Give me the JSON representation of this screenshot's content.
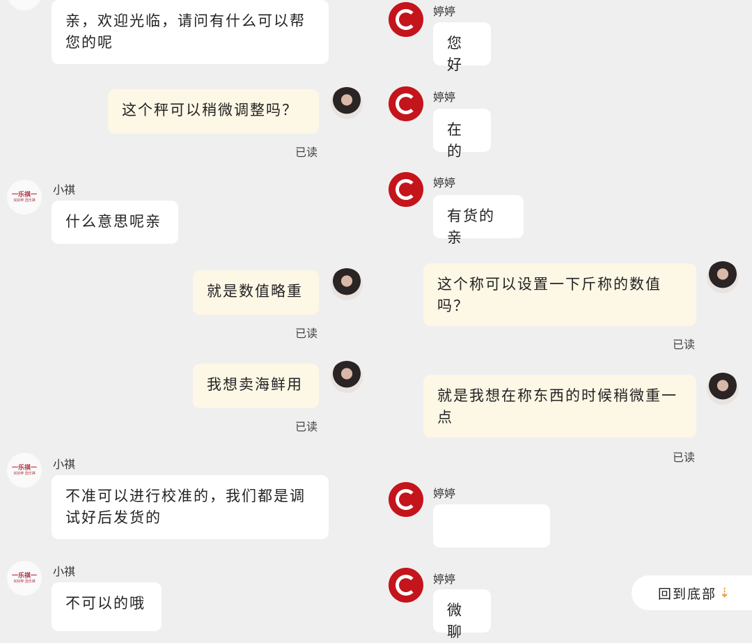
{
  "shop_logo_text": [
    "一乐祺一",
    "买好秤 选乐祺"
  ],
  "left": {
    "messages": [
      {
        "sender": "shop",
        "text": "亲，欢迎光临，请问有什么可以帮您的呢"
      },
      {
        "sender": "user",
        "text": "这个秤可以稍微调整吗？",
        "status": "已读"
      },
      {
        "sender": "shop",
        "name": "小祺",
        "text": "什么意思呢亲"
      },
      {
        "sender": "user",
        "text": "就是数值略重",
        "status": "已读"
      },
      {
        "sender": "user",
        "text": "我想卖海鲜用",
        "status": "已读"
      },
      {
        "sender": "shop",
        "name": "小祺",
        "text": "不准可以进行校准的，我们都是调试好后发货的"
      },
      {
        "sender": "shop",
        "name": "小祺",
        "text": "不可以的哦"
      }
    ]
  },
  "right": {
    "messages": [
      {
        "sender": "shop",
        "name": "婷婷",
        "text": "您好"
      },
      {
        "sender": "shop",
        "name": "婷婷",
        "text": "在的"
      },
      {
        "sender": "shop",
        "name": "婷婷",
        "text": "有货的亲"
      },
      {
        "sender": "user",
        "text": "这个称可以设置一下斤称的数值吗？",
        "status": "已读"
      },
      {
        "sender": "user",
        "text": "就是我想在称东西的时候稍微重一点",
        "status": "已读"
      },
      {
        "sender": "shop",
        "name": "婷婷",
        "text": ""
      },
      {
        "sender": "shop",
        "name": "婷婷",
        "text": "微聊"
      }
    ],
    "back_to_bottom": "回到底部",
    "back_icon": "double-chevron-down-icon"
  },
  "colors": {
    "background": "#efefef",
    "user_bubble": "#fdf7e6",
    "shop_bubble": "#ffffff",
    "shop_avatar_red": "#c4141c",
    "chevron": "#e8a040"
  }
}
